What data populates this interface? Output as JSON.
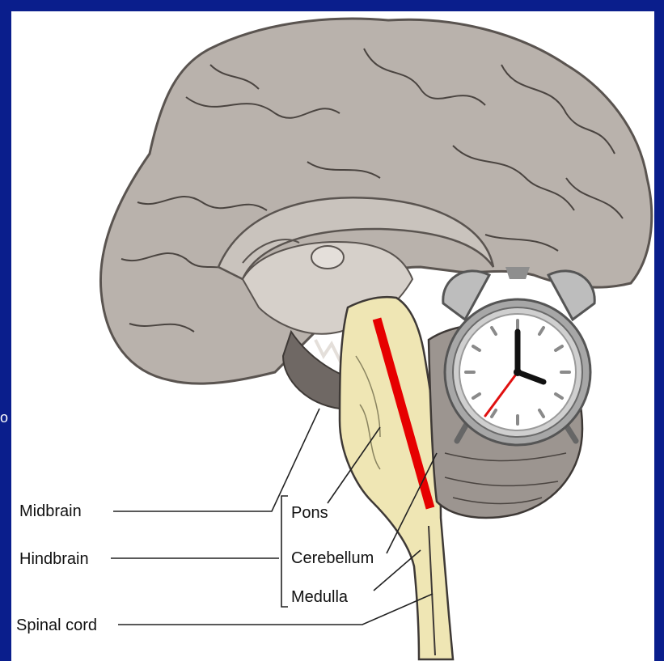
{
  "labels": {
    "midbrain": "Midbrain",
    "hindbrain": "Hindbrain",
    "spinal_cord": "Spinal cord",
    "pons": "Pons",
    "cerebellum": "Cerebellum",
    "medulla": "Medulla"
  },
  "edge_fragment": "o",
  "colors": {
    "background": "#0a1e8c",
    "panel": "#ffffff",
    "brain_tissue": "#b9b2ac",
    "brainstem": "#efe6b4",
    "highlight_bar": "#e60000",
    "clock_body": "#a7a7a7",
    "clock_hand_second": "#e01010"
  },
  "icons": {
    "clock": "alarm-clock-icon",
    "highlight": "red-bar"
  }
}
